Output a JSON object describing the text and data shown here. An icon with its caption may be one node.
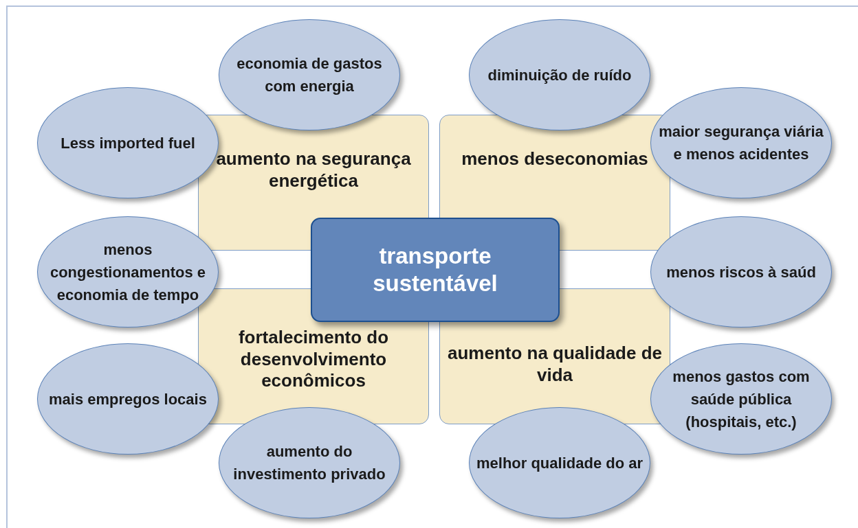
{
  "diagram": {
    "nodes": [
      {
        "text": [
          "economia de gastos com energia"
        ]
      },
      {
        "text": [
          "diminuição de ruído"
        ]
      },
      {
        "text": [
          "Less imported fuel"
        ]
      },
      {
        "text": [
          "aumento na segurança energética"
        ]
      },
      {
        "text": [
          "menos deseconomias"
        ]
      },
      {
        "text": [
          "maior segurança viária e menos acidentes"
        ]
      },
      {
        "text": [
          "transporte sustentável"
        ]
      },
      {
        "text": [
          "menos congestionamentos e economia de tempo"
        ]
      },
      {
        "text": [
          "menos riscos à saúd"
        ]
      },
      {
        "text": [
          "fortalecimento do desenvolvimento econômicos"
        ]
      },
      {
        "text": [
          "aumento na qualidade de vida"
        ]
      },
      {
        "text": [
          "mais empregos locais"
        ]
      },
      {
        "text": [
          "menos gastos com saúde pública (hospitais, etc.)"
        ]
      },
      {
        "text": [
          "aumento do investimento privado"
        ]
      },
      {
        "text": [
          "melhor qualidade do ar"
        ]
      }
    ]
  }
}
